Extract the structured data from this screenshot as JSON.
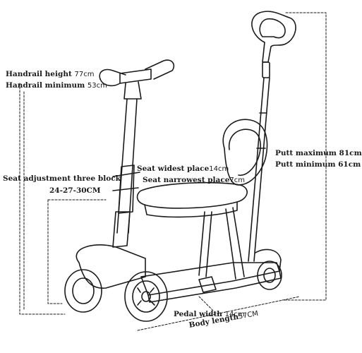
{
  "labels": {
    "handrail_height": "Handrail height",
    "handrail_height_value": "77cm",
    "handrail_minimum": "Handrail minimum",
    "handrail_minimum_value": "53cm",
    "seat_adjustment": "Seat adjustment three block",
    "seat_adjustment_values": "24-27-30CM",
    "seat_widest": "Seat widest place",
    "seat_widest_value": "14cm",
    "seat_narrowest": "Seat narrowest place",
    "seat_narrowest_value": "7cm",
    "putt_maximum": "Putt maximum 81cm",
    "putt_minimum": "Putt minimum 61cm",
    "pedal_width": "Pedal width",
    "pedal_width_value": "14cm",
    "body_length": "Body length",
    "body_length_value": "57CM"
  },
  "colors": {
    "line": "#1a1a1a",
    "text": "#1a1a1a",
    "background": "#ffffff"
  },
  "icons": [
    "scooter-drawing"
  ]
}
